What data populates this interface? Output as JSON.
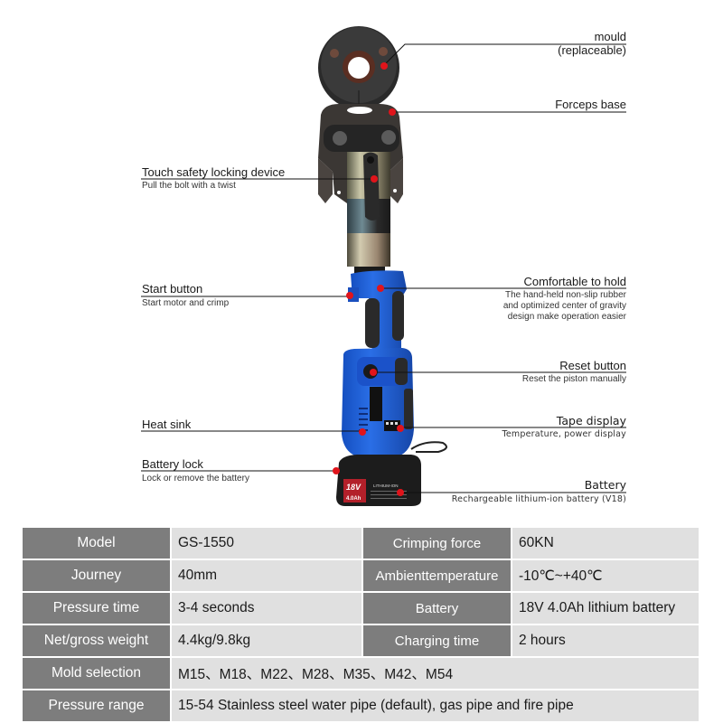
{
  "callouts": {
    "mould": {
      "title": "mould",
      "title2": "(replaceable)"
    },
    "forceps_base": {
      "title": "Forceps base"
    },
    "touch_safety": {
      "title": "Touch safety locking device",
      "desc": "Pull the bolt with a twist"
    },
    "start_button": {
      "title": "Start button",
      "desc": "Start motor and crimp"
    },
    "comfortable": {
      "title": "Comfortable to hold",
      "desc": "The hand-held non-slip rubber\nand optimized center of gravity\ndesign make operation easier"
    },
    "reset_button": {
      "title": "Reset button",
      "desc": "Reset the piston manually"
    },
    "heat_sink": {
      "title": "Heat sink"
    },
    "tape_display": {
      "title": "Tape display",
      "desc": "Temperature, power display"
    },
    "battery_lock": {
      "title": "Battery lock",
      "desc": "Lock or remove the battery"
    },
    "battery": {
      "title": "Battery",
      "desc": "Rechargeable lithium-ion battery (V18)"
    }
  },
  "battery_pack": {
    "voltage": "18V",
    "capacity": "4.0Ah",
    "type_label": "LITHIUM-ION"
  },
  "colors": {
    "tool_blue": "#1f5fd6",
    "marker_red": "#e0141b",
    "table_label_bg": "#7d7d7d",
    "table_value_bg": "#e0e0e0"
  },
  "specs": {
    "rows": [
      {
        "label1": "Model",
        "value1": "GS-1550",
        "label2": "Crimping force",
        "value2": "60KN"
      },
      {
        "label1": "Journey",
        "value1": "40mm",
        "label2": "Ambienttemperature",
        "value2": "-10℃~+40℃"
      },
      {
        "label1": "Pressure time",
        "value1": "3-4 seconds",
        "label2": "Battery",
        "value2": "18V 4.0Ah lithium battery"
      },
      {
        "label1": "Net/gross weight",
        "value1": "4.4kg/9.8kg",
        "label2": "Charging time",
        "value2": "2 hours"
      }
    ],
    "wide_rows": [
      {
        "label": "Mold selection",
        "value": "M15、M18、M22、M28、M35、M42、M54"
      },
      {
        "label": "Pressure range",
        "value": "15-54 Stainless steel water pipe (default), gas pipe and fire pipe"
      }
    ]
  }
}
